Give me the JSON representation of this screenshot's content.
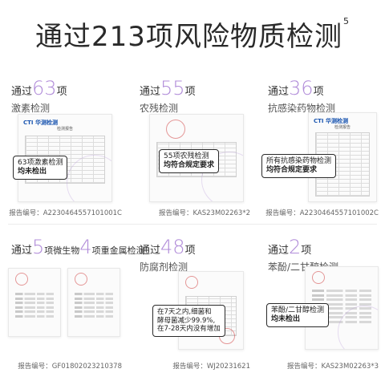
{
  "title": {
    "text": "通过213项风险物质检测",
    "sup": "5"
  },
  "cards": [
    {
      "prefix": "通过",
      "num": "63",
      "suffix": "项",
      "sub": "激素检测",
      "logo": "CTI 华测检测",
      "doc_header": "检测报告",
      "callout": [
        "63项激素检测",
        "均未检出"
      ],
      "report": "报告编号：A2230464557101001C"
    },
    {
      "prefix": "通过",
      "num": "55",
      "suffix": "项",
      "sub": "农残检测",
      "logo": "",
      "doc_header": "",
      "callout": [
        "55项农残检测",
        "均符合规定要求"
      ],
      "report": "报告编号：KAS23M02263*2"
    },
    {
      "prefix": "通过",
      "num": "36",
      "suffix": "项",
      "sub": "抗感染药物检测",
      "logo": "CTI 华测检测",
      "doc_header": "检测报告",
      "callout": [
        "所有抗感染药物检测",
        "均符合规定要求"
      ],
      "report": "报告编号：A2230464557101002C"
    },
    {
      "prefix": "通过",
      "num": "5",
      "suffix": "项微生物",
      "num2": "4",
      "suffix2": "项重金属检测",
      "sub": "",
      "logo": "",
      "doc_header": "",
      "callout": [],
      "report": "报告编号：GF01802023210378"
    },
    {
      "prefix": "通过",
      "num": "48",
      "suffix": "项",
      "sub": "防腐剂检测",
      "logo": "",
      "doc_header": "",
      "callout": [
        "在7天之内,细菌和",
        "酵母菌减少99.9%,",
        "在7-28天内没有增加"
      ],
      "report": "报告编号：WJ20231621"
    },
    {
      "prefix": "通过",
      "num": "2",
      "suffix": "项",
      "sub": "苯酚/二甘醇检测",
      "logo": "",
      "doc_header": "",
      "callout": [
        "苯酚/二甘醇检测",
        "均未检出"
      ],
      "report": "报告编号：KAS23M02263*3"
    }
  ]
}
